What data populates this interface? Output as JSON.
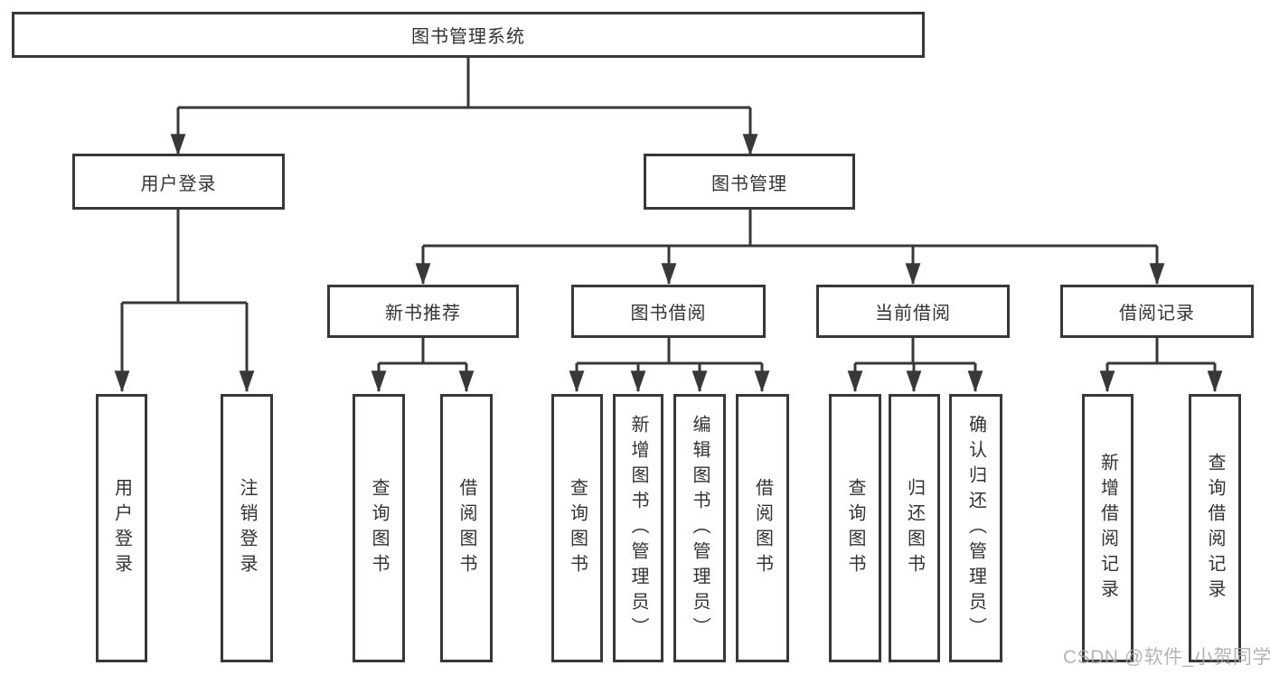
{
  "diagram": {
    "root": "图书管理系统",
    "level2": {
      "user_login": "用户登录",
      "book_management": "图书管理"
    },
    "level3": {
      "new_book_recommend": "新书推荐",
      "book_borrowing": "图书借阅",
      "current_borrowing": "当前借阅",
      "borrowing_records": "借阅记录"
    },
    "leaves": {
      "user_login": "用户登录",
      "logout": "注销登录",
      "rec_query_book": "查询图书",
      "rec_borrow_book": "借阅图书",
      "bor_query_book": "查询图书",
      "bor_add_book": "新增图书（管理员）",
      "bor_edit_book": "编辑图书（管理员）",
      "bor_borrow_book": "借阅图书",
      "cur_query_book": "查询图书",
      "cur_return_book": "归还图书",
      "cur_confirm_return": "确认归还（管理员）",
      "rcd_add_record": "新增借阅记录",
      "rcd_query_record": "查询借阅记录"
    }
  },
  "watermark": "CSDN @软件_小贺同学",
  "colors": {
    "line": "#383838",
    "text": "#333333",
    "watermark_text": "#a8a8a8"
  }
}
